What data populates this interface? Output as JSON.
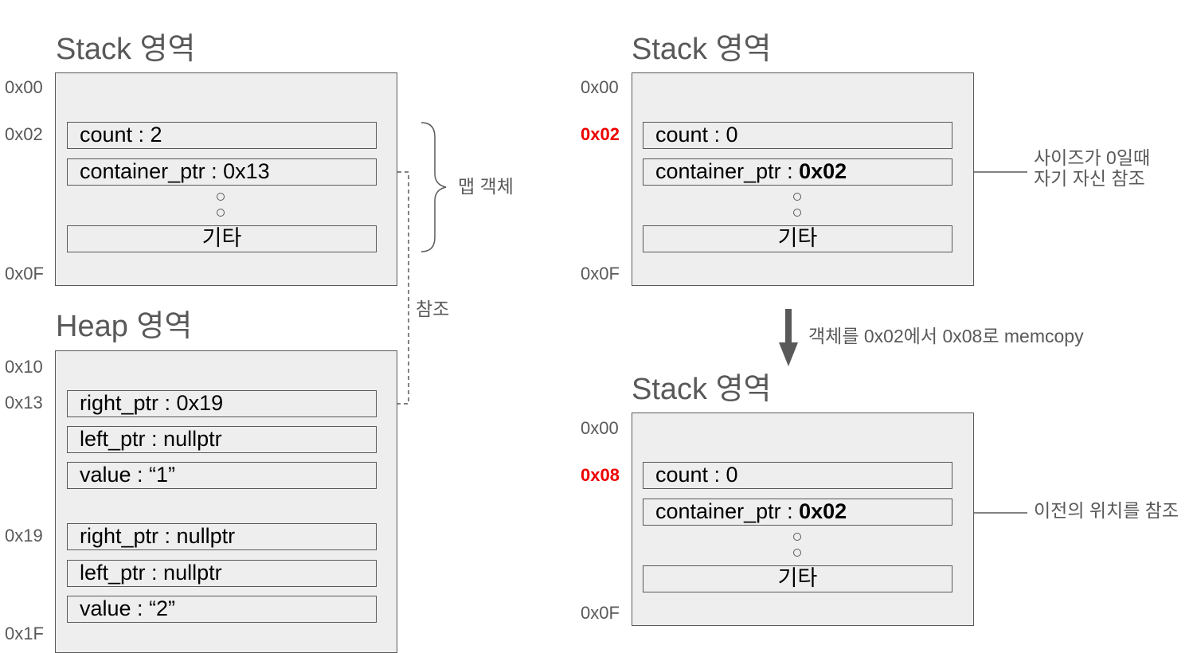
{
  "left": {
    "stack": {
      "title": "Stack 영역",
      "addr_start": "0x00",
      "addr_obj": "0x02",
      "addr_end": "0x0F",
      "count": "count : 2",
      "container_ptr": "container_ptr : 0x13",
      "other": "기타"
    },
    "map_object_label": "맵 객체",
    "reference_label": "참조",
    "heap": {
      "title": "Heap 영역",
      "addr_start": "0x10",
      "addr_node1": "0x13",
      "addr_node2": "0x19",
      "addr_end": "0x1F",
      "node1": {
        "right_ptr": "right_ptr : 0x19",
        "left_ptr": "left_ptr : nullptr",
        "value": "value : “1”"
      },
      "node2": {
        "right_ptr": "right_ptr : nullptr",
        "left_ptr": "left_ptr : nullptr",
        "value": "value : “2”"
      }
    }
  },
  "right": {
    "stack_before": {
      "title": "Stack 영역",
      "addr_start": "0x00",
      "addr_obj": "0x02",
      "addr_end": "0x0F",
      "count": "count : 0",
      "container_ptr_label": "container_ptr : ",
      "container_ptr_value": "0x02",
      "other": "기타",
      "note_line1": "사이즈가 0일때",
      "note_line2": "자기 자신 참조"
    },
    "memcopy_label": "객체를 0x02에서 0x08로 memcopy",
    "stack_after": {
      "title": "Stack 영역",
      "addr_start": "0x00",
      "addr_obj": "0x08",
      "addr_end": "0x0F",
      "count": "count : 0",
      "container_ptr_label": "container_ptr : ",
      "container_ptr_value": "0x02",
      "other": "기타",
      "note": "이전의 위치를 참조"
    }
  },
  "colors": {
    "region_fill": "#eeeeee",
    "border": "#595959",
    "highlight_address": "#ee0000"
  }
}
